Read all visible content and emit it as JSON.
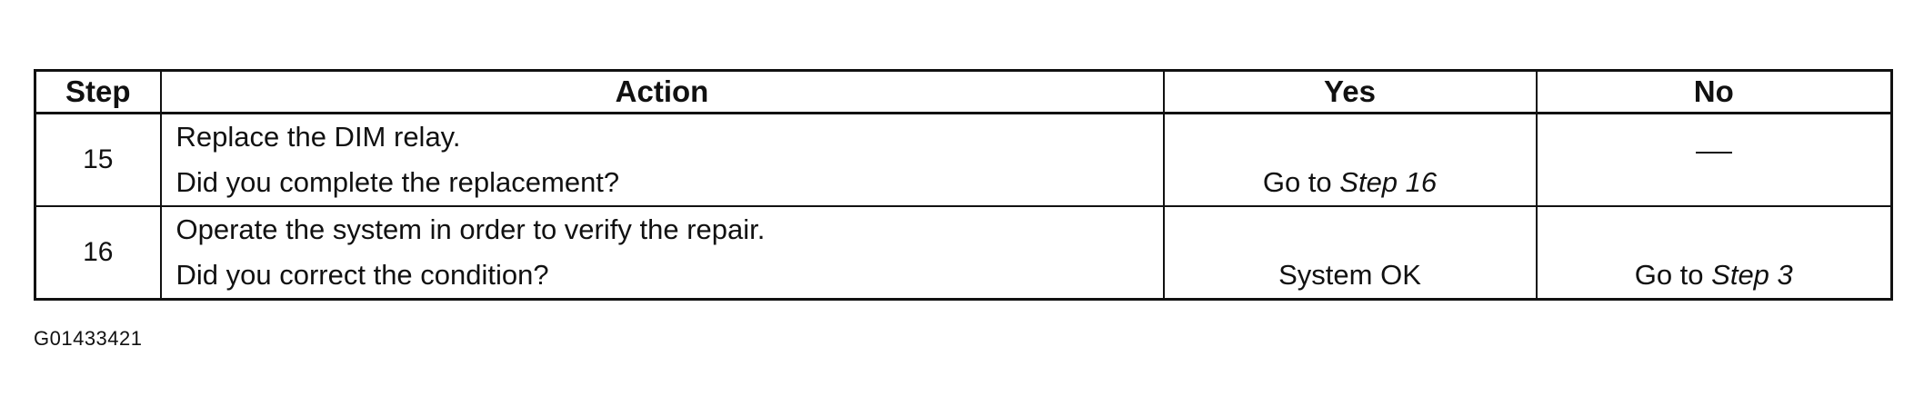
{
  "table": {
    "headers": {
      "step": "Step",
      "action": "Action",
      "yes": "Yes",
      "no": "No"
    },
    "rows": [
      {
        "step": "15",
        "action_line1": "Replace the DIM relay.",
        "action_line2": "Did you complete the replacement?",
        "yes_prefix": "Go to",
        "yes_ref": "Step 16",
        "no_text": "—"
      },
      {
        "step": "16",
        "action_line1": "Operate the system in order to verify the repair.",
        "action_line2": "Did you correct the condition?",
        "yes_text": "System OK",
        "no_prefix": "Go to",
        "no_ref": "Step 3"
      }
    ]
  },
  "figure_id": "G01433421"
}
